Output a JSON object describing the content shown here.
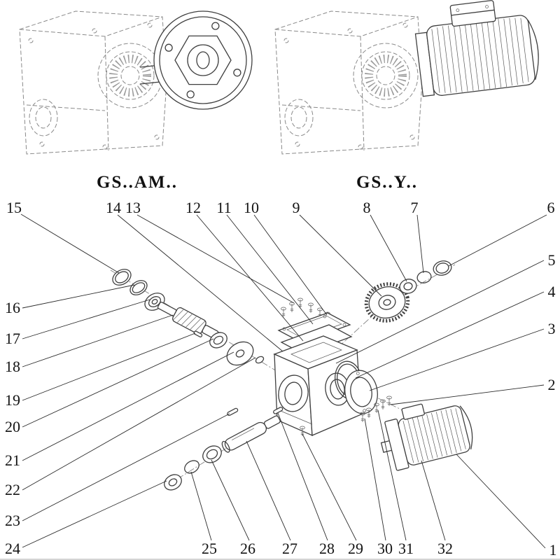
{
  "colors": {
    "ink": "#3f3f3f",
    "phantom_line": "#8a8a8a",
    "text": "#141414"
  },
  "models": {
    "left": "GS..AM..",
    "right": "GS..Y.."
  },
  "callouts": [
    "1",
    "2",
    "3",
    "4",
    "5",
    "6",
    "7",
    "8",
    "9",
    "10",
    "11",
    "12",
    "13",
    "14",
    "15",
    "16",
    "17",
    "18",
    "19",
    "20",
    "21",
    "22",
    "23",
    "24",
    "25",
    "26",
    "27",
    "28",
    "29",
    "30",
    "31",
    "32"
  ]
}
